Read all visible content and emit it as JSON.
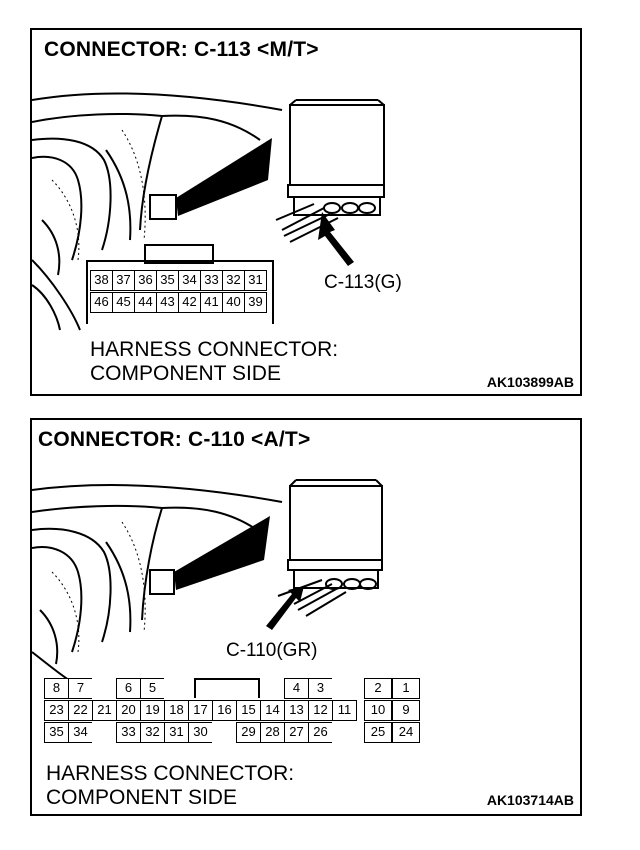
{
  "diagram1": {
    "title": "CONNECTOR: C-113 <M/T>",
    "callout": "C-113(G)",
    "harness_line1": "HARNESS CONNECTOR:",
    "harness_line2": "COMPONENT SIDE",
    "code": "AK103899AB",
    "pins_row1": [
      "38",
      "37",
      "36",
      "35",
      "34",
      "33",
      "32",
      "31"
    ],
    "pins_row2": [
      "46",
      "45",
      "44",
      "43",
      "42",
      "41",
      "40",
      "39"
    ]
  },
  "diagram2": {
    "title": "CONNECTOR: C-110 <A/T>",
    "callout": "C-110(GR)",
    "harness_line1": "HARNESS CONNECTOR:",
    "harness_line2": "COMPONENT SIDE",
    "code": "AK103714AB",
    "pins_row1": [
      "8",
      "7",
      "",
      "6",
      "5",
      "",
      "",
      "",
      "",
      "",
      "4",
      "3",
      "",
      "2",
      "1"
    ],
    "pins_row2": [
      "23",
      "22",
      "21",
      "20",
      "19",
      "18",
      "17",
      "16",
      "15",
      "14",
      "13",
      "12",
      "11",
      "10",
      "9"
    ],
    "pins_row3": [
      "35",
      "34",
      "",
      "33",
      "32",
      "31",
      "30",
      "",
      "29",
      "28",
      "27",
      "26",
      "",
      "25",
      "24"
    ]
  }
}
